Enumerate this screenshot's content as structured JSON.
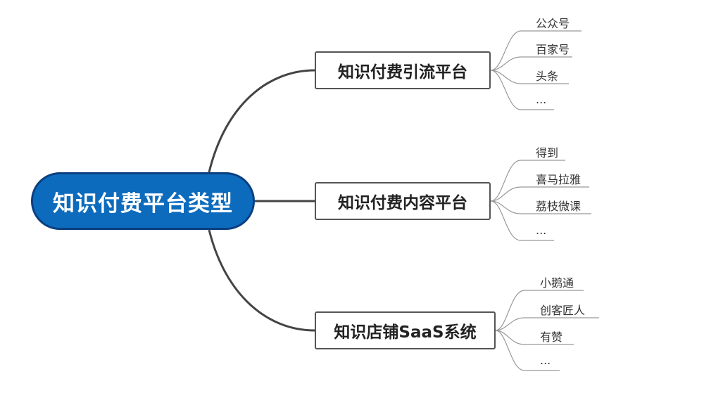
{
  "central_topic": "知识付费平台类型",
  "branches": [
    {
      "title": "知识付费引流平台",
      "leaves": [
        "公众号",
        "百家号",
        "头条",
        "..."
      ]
    },
    {
      "title": "知识付费内容平台",
      "leaves": [
        "得到",
        "喜马拉雅",
        "荔枝微课",
        "..."
      ]
    },
    {
      "title": "知识店铺SaaS系统",
      "leaves": [
        "小鹅通",
        "创客匠人",
        "有赞",
        "..."
      ]
    }
  ],
  "colors": {
    "central_fill": "#0d6bbd",
    "central_border": "#0a3f80",
    "connector": "#444444",
    "leaf_line": "#999999"
  }
}
